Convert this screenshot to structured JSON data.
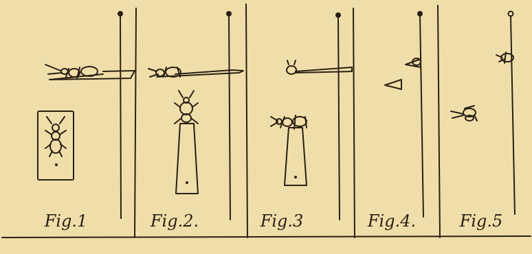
{
  "plate": {
    "ink_color": "#2a1f12",
    "paper_color": "#f0deaa"
  },
  "figures": [
    {
      "id": "fig-1",
      "caption": "Fig.1",
      "subjects": [
        "insect-on-card-pinned",
        "insect-on-rectangular-card"
      ]
    },
    {
      "id": "fig-2",
      "caption": "Fig.2.",
      "subjects": [
        "insect-on-card-pinned",
        "insect-on-tapered-card"
      ]
    },
    {
      "id": "fig-3",
      "caption": "Fig.3",
      "subjects": [
        "insect-on-card-pinned",
        "insect-on-tapered-card"
      ]
    },
    {
      "id": "fig-4",
      "caption": "Fig.4.",
      "subjects": [
        "insect-on-triangle-point-pinned",
        "triangle-point"
      ]
    },
    {
      "id": "fig-5",
      "caption": "Fig.5",
      "subjects": [
        "insect-on-point-pinned",
        "insect-side-view"
      ]
    }
  ]
}
